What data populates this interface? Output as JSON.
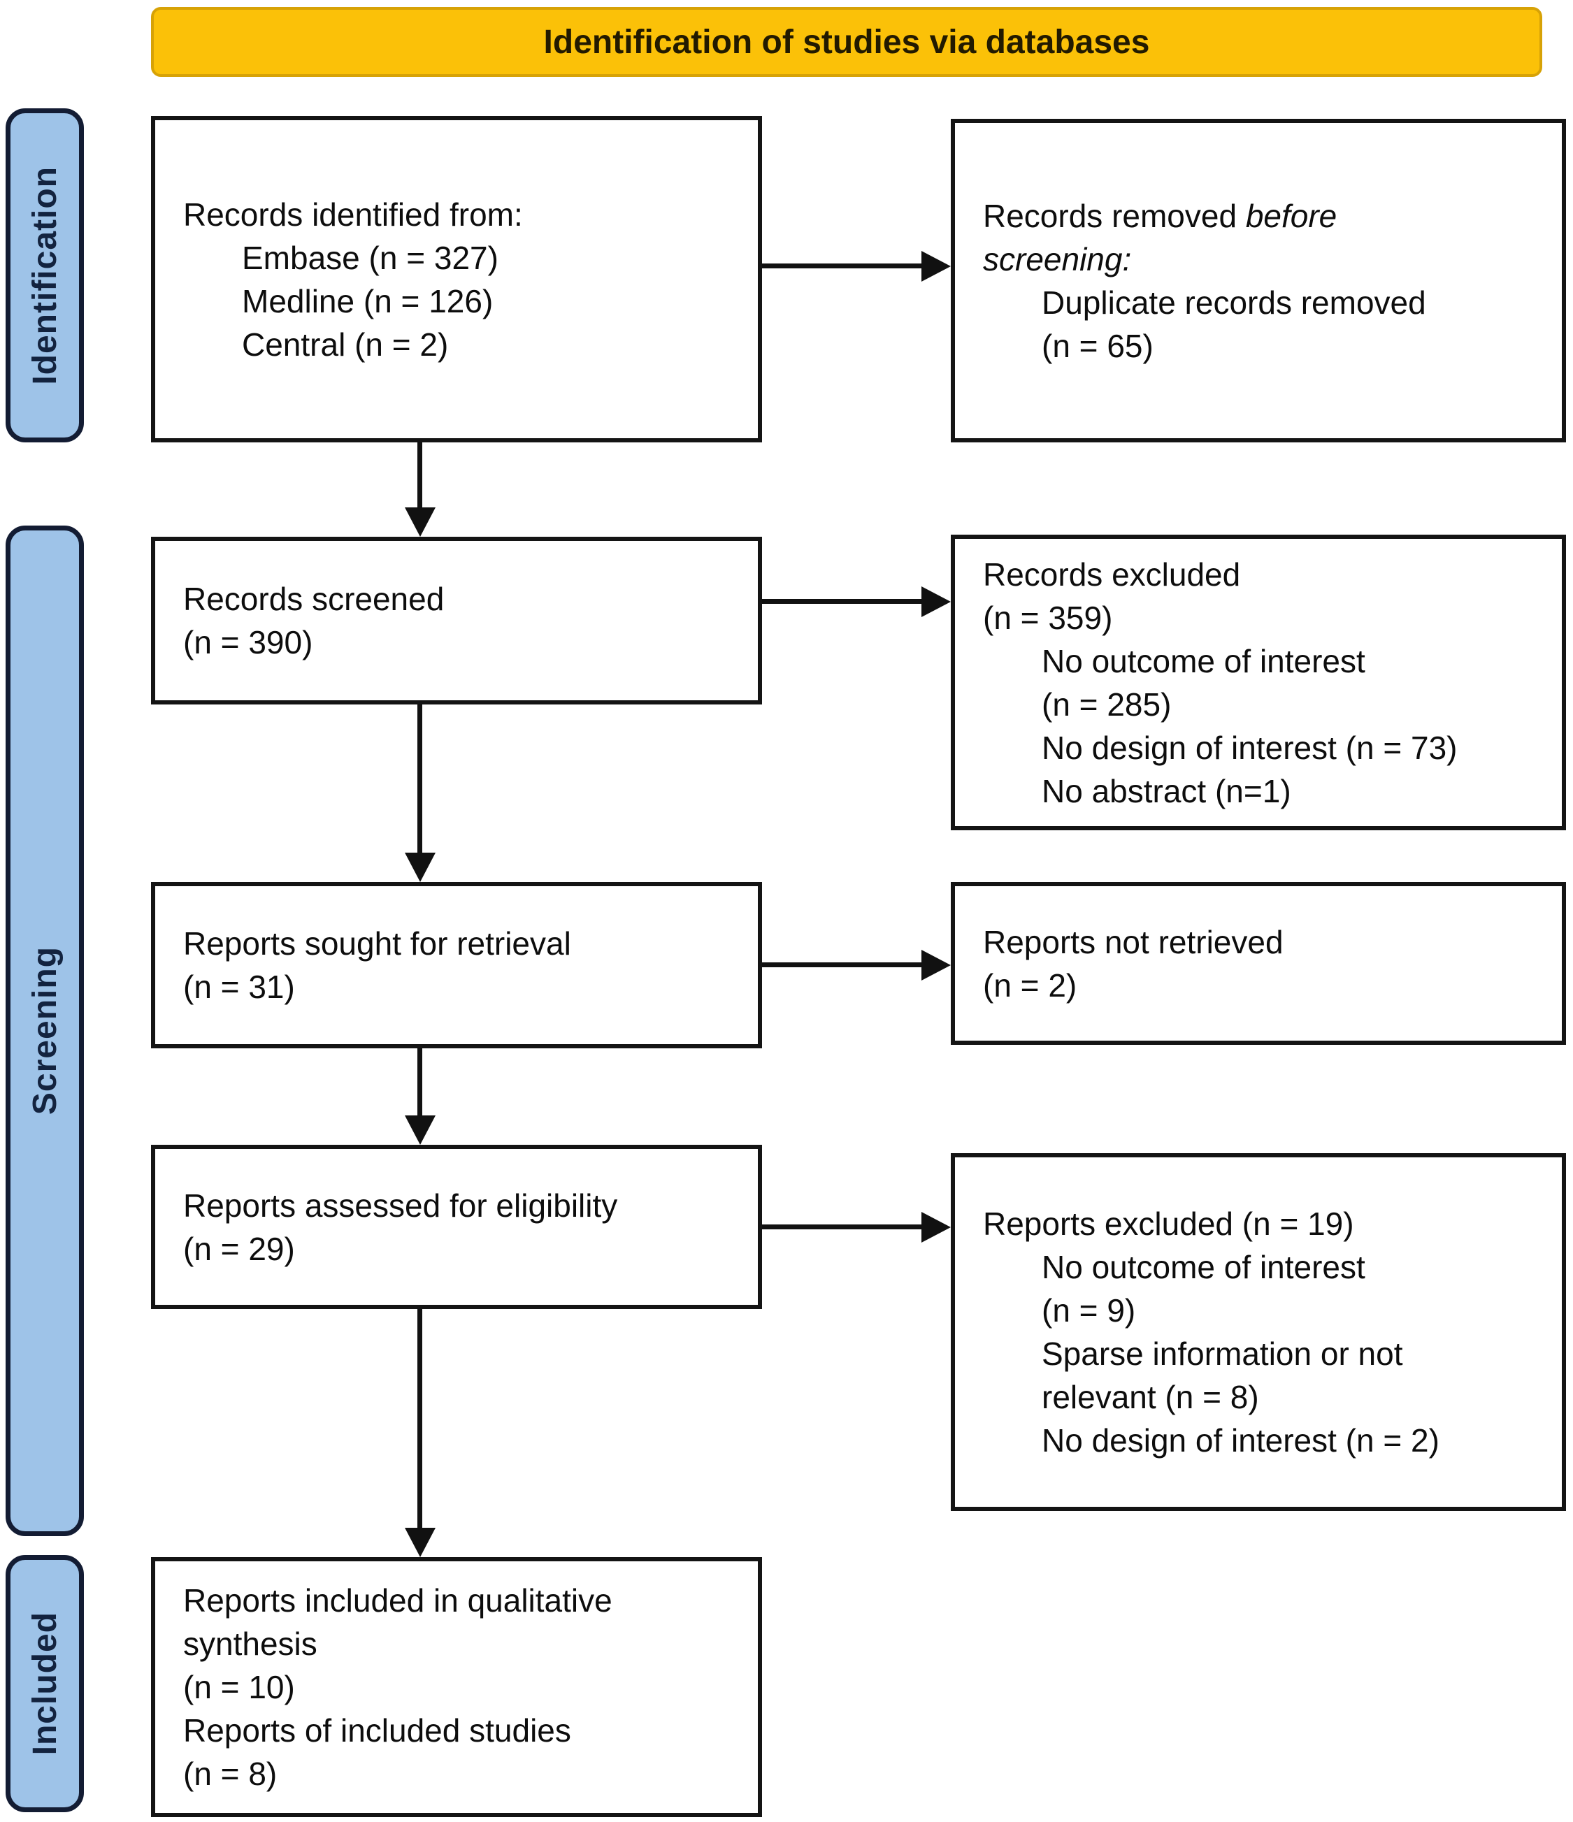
{
  "banner": {
    "title": "Identification of studies via databases"
  },
  "sidebar": {
    "identification": "Identification",
    "screening": "Screening",
    "included": "Included"
  },
  "boxes": {
    "identified": {
      "heading": "Records identified from:",
      "items": [
        "Embase (n = 327)",
        "Medline (n = 126)",
        "Central (n = 2)"
      ]
    },
    "removed": {
      "line1_normal": "Records removed ",
      "line1_italic": "before",
      "line2_italic": "screening:",
      "items": [
        "Duplicate records removed",
        "(n = 65)"
      ]
    },
    "screened": {
      "lines": [
        "Records screened",
        "(n = 390)"
      ]
    },
    "records_excluded": {
      "heading1": "Records excluded",
      "heading2": "(n = 359)",
      "items": [
        "No outcome of interest",
        "(n = 285)",
        "No design of interest (n = 73)",
        "No abstract (n=1)"
      ]
    },
    "sought": {
      "lines": [
        "Reports sought for retrieval",
        "(n = 31)"
      ]
    },
    "not_retrieved": {
      "lines": [
        "Reports not retrieved",
        "(n = 2)"
      ]
    },
    "assessed": {
      "lines": [
        "Reports assessed for eligibility",
        "(n = 29)"
      ]
    },
    "reports_excluded": {
      "heading": "Reports excluded (n = 19)",
      "items": [
        "No outcome of interest",
        "(n = 9)",
        "Sparse information or not",
        "relevant (n = 8)",
        "No design of interest (n = 2)"
      ]
    },
    "included_box": {
      "lines": [
        "Reports included in qualitative",
        "synthesis",
        "(n = 10)",
        "Reports of included studies",
        "(n = 8)"
      ]
    }
  },
  "colors": {
    "banner_bg": "#FBC108",
    "banner_border": "#D7A206",
    "stage_bg": "#9EC3E8",
    "stage_border": "#131C33",
    "box_border": "#141414",
    "arrow": "#111111"
  }
}
